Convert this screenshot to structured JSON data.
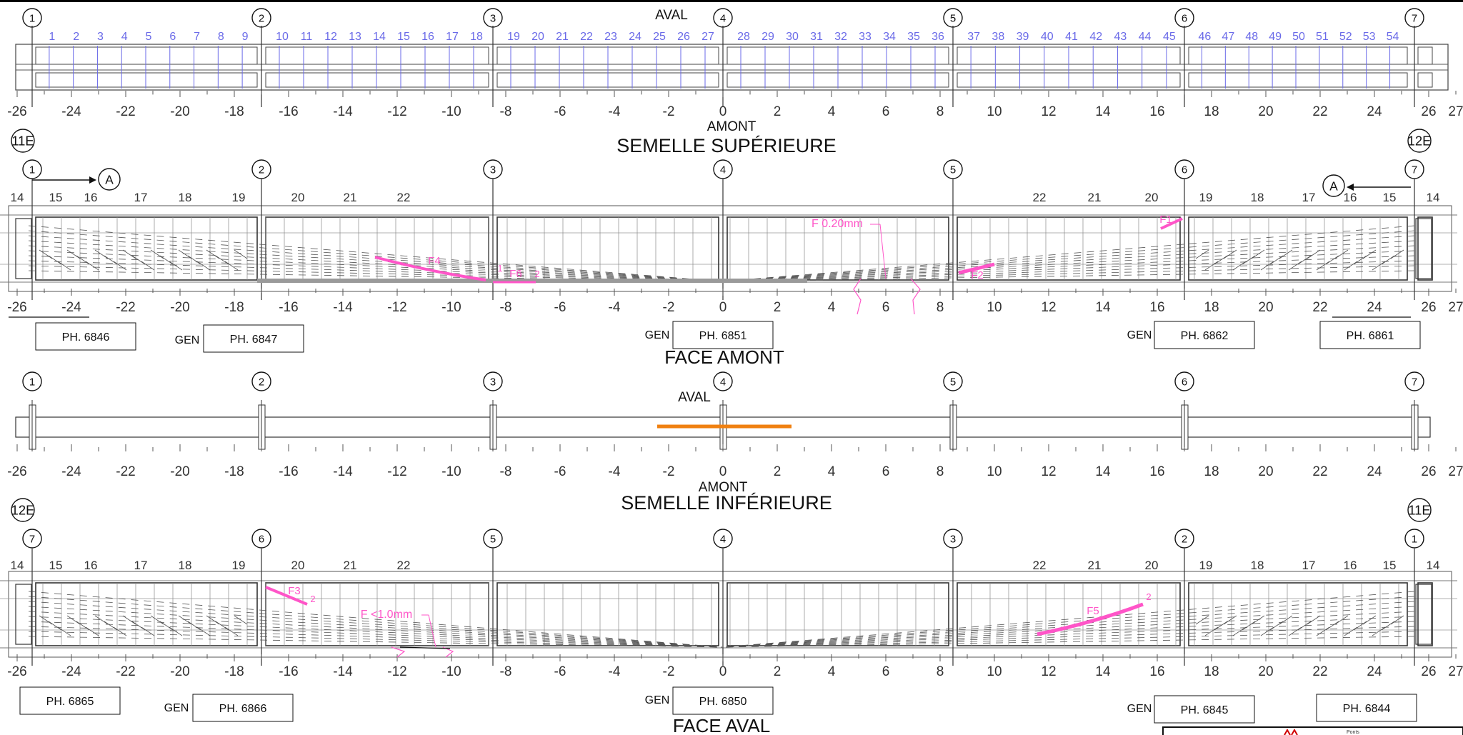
{
  "labels": {
    "aval": "AVAL",
    "amont": "AMONT",
    "semelle_sup": "SEMELLE SUPÉRIEURE",
    "semelle_inf": "SEMELLE INFÉRIEURE",
    "face_amont": "FACE AMONT",
    "face_aval": "FACE AVAL",
    "gen": "GEN",
    "section_a": "A",
    "end_left_top": "11E",
    "end_right_top": "12E",
    "end_left_bottom": "12E",
    "end_right_bottom": "11E"
  },
  "axis_ticks": [
    "-26",
    "-24",
    "-22",
    "-20",
    "-18",
    "-16",
    "-14",
    "-12",
    "-10",
    "-8",
    "-6",
    "-4",
    "-2",
    "0",
    "2",
    "4",
    "6",
    "8",
    "10",
    "12",
    "14",
    "16",
    "18",
    "20",
    "22",
    "24",
    "26",
    "27"
  ],
  "piers": [
    "1",
    "2",
    "3",
    "4",
    "5",
    "6",
    "7"
  ],
  "piers_reversed": [
    "7",
    "6",
    "5",
    "4",
    "3",
    "2",
    "1"
  ],
  "panel_numbers": [
    "1",
    "2",
    "3",
    "4",
    "5",
    "6",
    "7",
    "8",
    "9",
    "10",
    "11",
    "12",
    "13",
    "14",
    "15",
    "16",
    "17",
    "18",
    "19",
    "20",
    "21",
    "22",
    "23",
    "24",
    "25",
    "26",
    "27",
    "28",
    "29",
    "30",
    "31",
    "32",
    "33",
    "34",
    "35",
    "36",
    "37",
    "38",
    "39",
    "40",
    "41",
    "42",
    "43",
    "44",
    "45",
    "46",
    "47",
    "48",
    "49",
    "50",
    "51",
    "52",
    "53",
    "54"
  ],
  "stiffeners_left": [
    "14",
    "15",
    "16",
    "17",
    "18",
    "19",
    "20",
    "21",
    "22"
  ],
  "stiffeners_right": [
    "22",
    "21",
    "20",
    "19",
    "18",
    "17",
    "16",
    "15",
    "14"
  ],
  "photos_amont": [
    "PH. 6846",
    "PH. 6847",
    "PH. 6851",
    "PH. 6862",
    "PH. 6861"
  ],
  "photos_aval": [
    "PH. 6865",
    "PH. 6866",
    "PH. 6850",
    "PH. 6845",
    "PH. 6844"
  ],
  "cracks": {
    "f1": "F1",
    "f2": "F2",
    "f3": "F3",
    "f4": "F4",
    "f5": "F5",
    "f6": "F6",
    "f_020": "F 0.20mm",
    "f_10": "F <1.0mm",
    "mark_1": "1",
    "mark_2": "2"
  },
  "title_block": {
    "text": "Ponts"
  },
  "colors": {
    "line": "#333333",
    "panel": "#6a6ae8",
    "crack": "#ff55c8",
    "grey": "#9a9a9a",
    "highlight": "#f08010"
  }
}
